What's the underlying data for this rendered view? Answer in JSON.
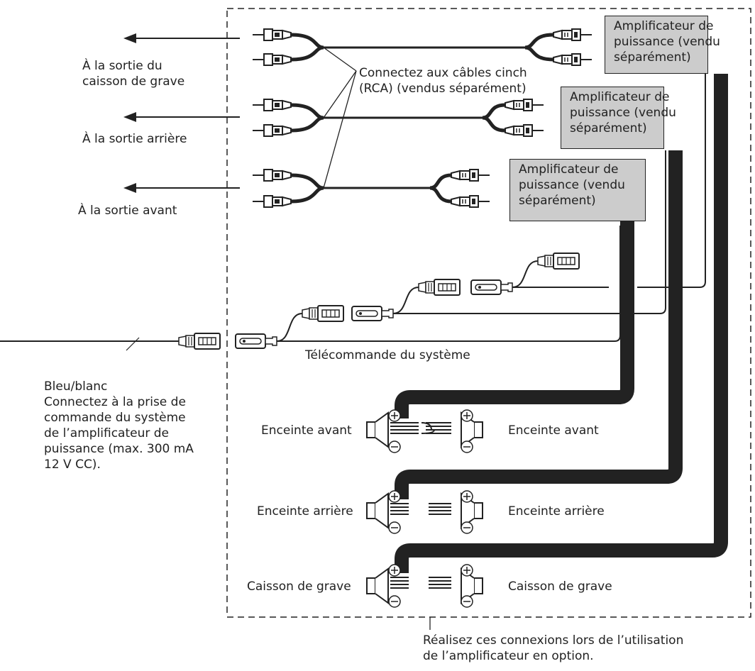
{
  "labels": {
    "subwoofer_output": [
      "À la sortie du",
      "caisson de grave"
    ],
    "rear_output": "À la sortie arrière",
    "front_output": "À la sortie avant",
    "rca_note": [
      "Connectez aux câbles cinch",
      "(RCA) (vendus séparément)"
    ],
    "amplifier": [
      "Amplificateur de",
      "puissance (vendu",
      "séparément)"
    ],
    "system_remote": "Télécommande du système",
    "blue_white_note": [
      "Bleu/blanc",
      "Connectez à la prise de",
      "commande du système",
      "de l’amplificateur de",
      "puissance (max. 300 mA",
      "12 V CC)."
    ],
    "front_speaker": "Enceinte avant",
    "rear_speaker": "Enceinte arrière",
    "subwoofer": "Caisson de grave",
    "footer_note": [
      "Réalisez ces connexions lors de l’utilisation",
      "de l’amplificateur en option."
    ]
  },
  "colors": {
    "line": "#222222",
    "amp_fill": "#cccccc"
  }
}
